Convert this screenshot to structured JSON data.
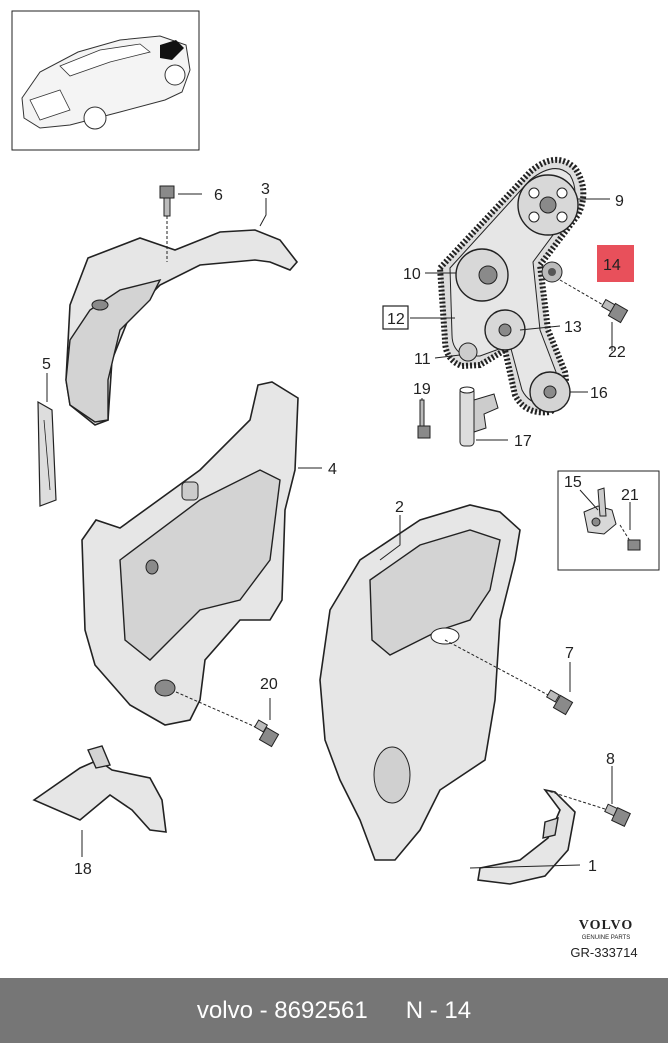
{
  "diagram": {
    "labels": {
      "p1": "1",
      "p2": "2",
      "p3": "3",
      "p4": "4",
      "p5": "5",
      "p6": "6",
      "p7": "7",
      "p8": "8",
      "p9": "9",
      "p10": "10",
      "p11": "11",
      "p12": "12",
      "p13": "13",
      "p14": "14",
      "p15": "15",
      "p16": "16",
      "p17": "17",
      "p18": "18",
      "p19": "19",
      "p20": "20",
      "p21": "21",
      "p22": "22"
    },
    "highlight_color": "#e8505b",
    "brand": "VOLVO",
    "brand_sub": "GENUINE PARTS",
    "ref": "GR-333714"
  },
  "footer": {
    "part_text": "volvo - 8692561",
    "index_text": "N - 14"
  }
}
